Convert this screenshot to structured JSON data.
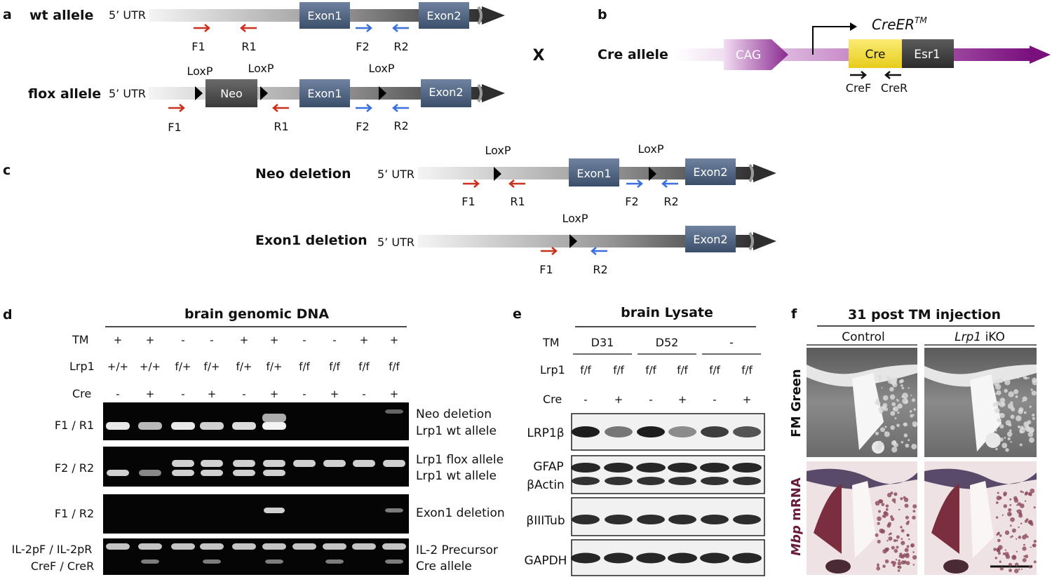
{
  "panels": {
    "a": {
      "letter": "a",
      "wt_label": "wt allele",
      "flox_label": "flox allele",
      "utr": "5’ UTR",
      "exon1": "Exon1",
      "exon2": "Exon2",
      "neo": "Neo",
      "loxp": "LoxP",
      "f1": "F1",
      "r1": "R1",
      "f2": "F2",
      "r2": "R2",
      "cross": "X"
    },
    "b": {
      "letter": "b",
      "cre_label": "Cre allele",
      "cag": "CAG",
      "cre": "Cre",
      "esr1": "Esr1",
      "creer": "CreER",
      "creer_sup": "TM",
      "cref": "CreF",
      "crer": "CreR"
    },
    "c": {
      "letter": "c",
      "neo_del": "Neo deletion",
      "exon1_del": "Exon1 deletion",
      "utr": "5’ UTR",
      "loxp": "LoxP",
      "exon1": "Exon1",
      "exon2": "Exon2",
      "f1": "F1",
      "r1": "R1",
      "f2": "F2",
      "r2": "R2"
    },
    "d": {
      "letter": "d",
      "title": "brain genomic DNA",
      "row_tm": "TM",
      "row_lrp1": "Lrp1",
      "row_cre": "Cre",
      "tm": [
        "+",
        "+",
        "-",
        "-",
        "+",
        "+",
        "-",
        "-",
        "+",
        "+"
      ],
      "lrp1": [
        "+/+",
        "+/+",
        "f/+",
        "f/+",
        "f/+",
        "f/+",
        "f/f",
        "f/f",
        "f/f",
        "f/f"
      ],
      "cre": [
        "-",
        "+",
        "-",
        "+",
        "-",
        "+",
        "-",
        "+",
        "-",
        "+"
      ],
      "gel1_left": "F1 / R1",
      "gel2_left": "F2 / R2",
      "gel3_left": "F1 / R2",
      "gel4_left1": "IL-2pF / IL-2pR",
      "gel4_left2": "CreF / CreR",
      "gel1_right1": "Neo deletion",
      "gel1_right2": "Lrp1 wt allele",
      "gel2_right1": "Lrp1 flox allele",
      "gel2_right2": "Lrp1 wt allele",
      "gel3_right": "Exon1 deletion",
      "gel4_right1": "IL-2 Precursor",
      "gel4_right2": "Cre allele"
    },
    "e": {
      "letter": "e",
      "title": "brain Lysate",
      "row_tm": "TM",
      "row_lrp1": "Lrp1",
      "row_cre": "Cre",
      "tm_groups": [
        "D31",
        "D52",
        "-"
      ],
      "lrp1": [
        "f/f",
        "f/f",
        "f/f",
        "f/f",
        "f/f",
        "f/f"
      ],
      "cre": [
        "-",
        "+",
        "-",
        "+",
        "-",
        "+"
      ],
      "blot1": "LRP1β",
      "blot2a": "GFAP",
      "blot2b": "βActin",
      "blot3": "βIIITub",
      "blot4": "GAPDH"
    },
    "f": {
      "letter": "f",
      "title": "31 post TM injection",
      "col1": "Control",
      "col2_italic": "Lrp1",
      "col2_rest": " iKO",
      "row1": "FM Green",
      "row2_italic": "Mbp",
      "row2_rest": " mRNA"
    }
  },
  "colors": {
    "exon": "#4e6584",
    "neo": "#4a4a4a",
    "cre_yellow": "#f2dd3c",
    "magenta": "#8a1a8a",
    "red_arrow": "#c8321e",
    "blue_arrow": "#3a6fe0",
    "mbp_label": "#6a1a3a"
  }
}
